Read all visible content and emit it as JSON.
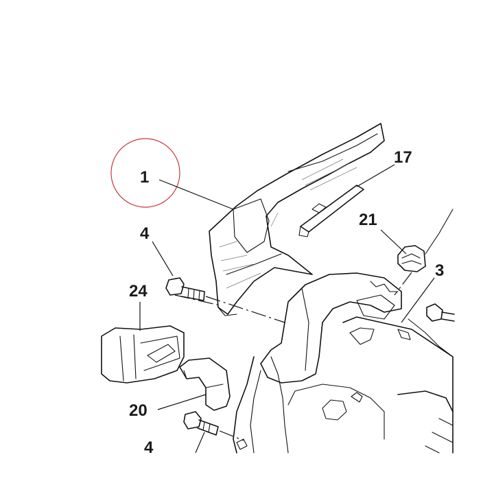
{
  "diagram": {
    "callouts": {
      "c1": "1",
      "c17": "17",
      "c21": "21",
      "c3": "3",
      "c4_top": "4",
      "c24": "24",
      "c20": "20",
      "c4_bottom": "4"
    },
    "colors": {
      "line": "#111111",
      "highlight_circle": "#c8373c",
      "background": "#ffffff"
    }
  }
}
